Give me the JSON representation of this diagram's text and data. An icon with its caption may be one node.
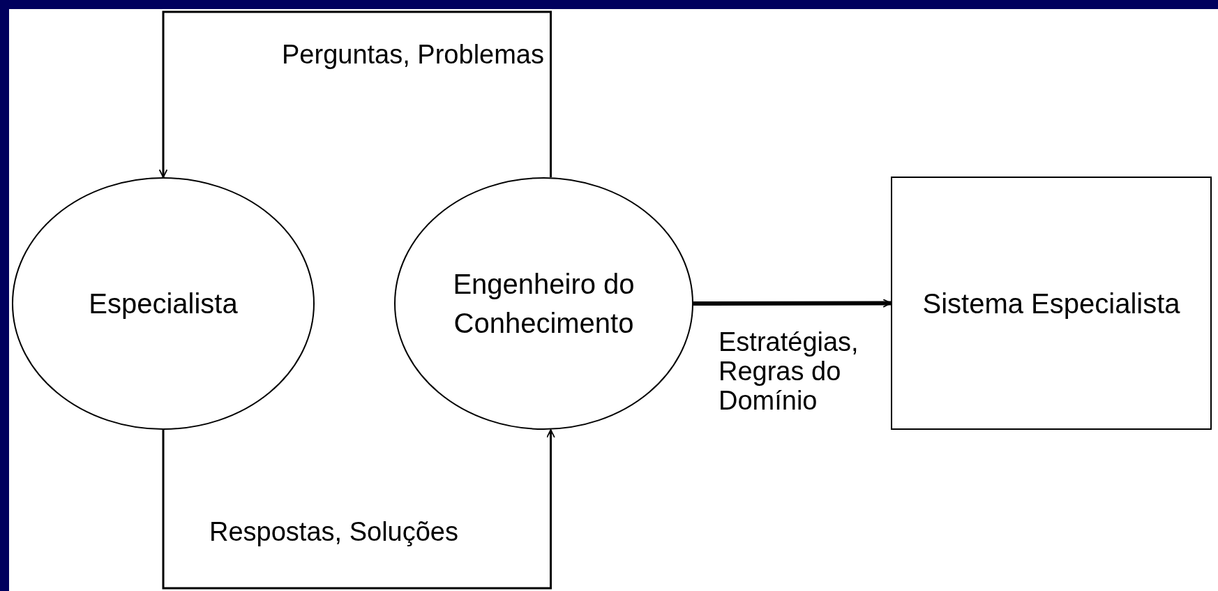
{
  "diagram": {
    "nodes": [
      {
        "text": [
          "Especialista"
        ]
      },
      {
        "text": [
          "Engenheiro do Conhecimento"
        ]
      },
      {
        "text": [
          "Sistema Especialista"
        ]
      }
    ],
    "edges": [
      {
        "from": 1,
        "to": 0,
        "arrow": "to",
        "label": "Perguntas, Problemas"
      },
      {
        "from": 0,
        "to": 1,
        "arrow": "to",
        "label": "Respostas, Soluções"
      },
      {
        "from": 1,
        "to": 2,
        "arrow": "to",
        "label": "Estratégias, Regras do Domínio",
        "style": "thick"
      }
    ]
  }
}
